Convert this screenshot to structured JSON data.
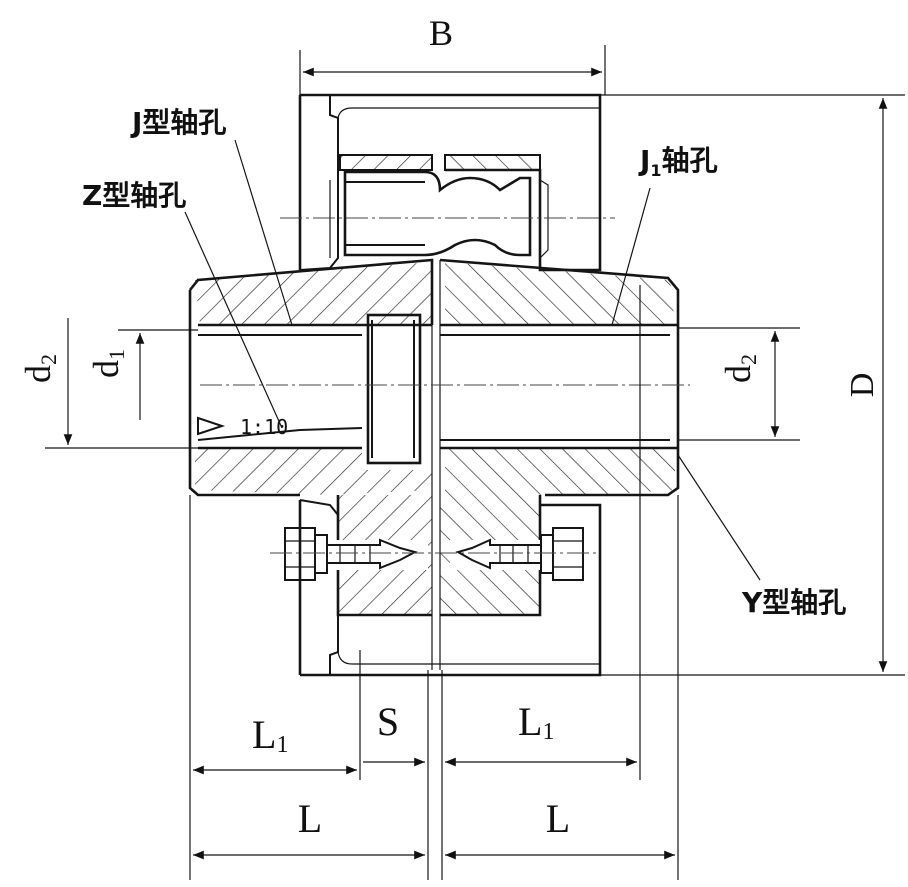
{
  "labels": {
    "top_width": "B",
    "overall_diameter": "D",
    "bore_j": "J型轴孔",
    "bore_z": "Z型轴孔",
    "bore_j1_prefix": "J",
    "bore_j1_sub": "1",
    "bore_j1_suffix": "轴孔",
    "bore_y": "Y型轴孔",
    "d2_left_main": "d",
    "d2_left_sub": "2",
    "d1_main": "d",
    "d1_sub": "1",
    "d2_right_main": "d",
    "d2_right_sub": "2",
    "taper": "1:10",
    "gap": "S",
    "l1_left_main": "L",
    "l1_left_sub": "1",
    "l1_right_main": "L",
    "l1_right_sub": "1",
    "l_left": "L",
    "l_right": "L"
  }
}
